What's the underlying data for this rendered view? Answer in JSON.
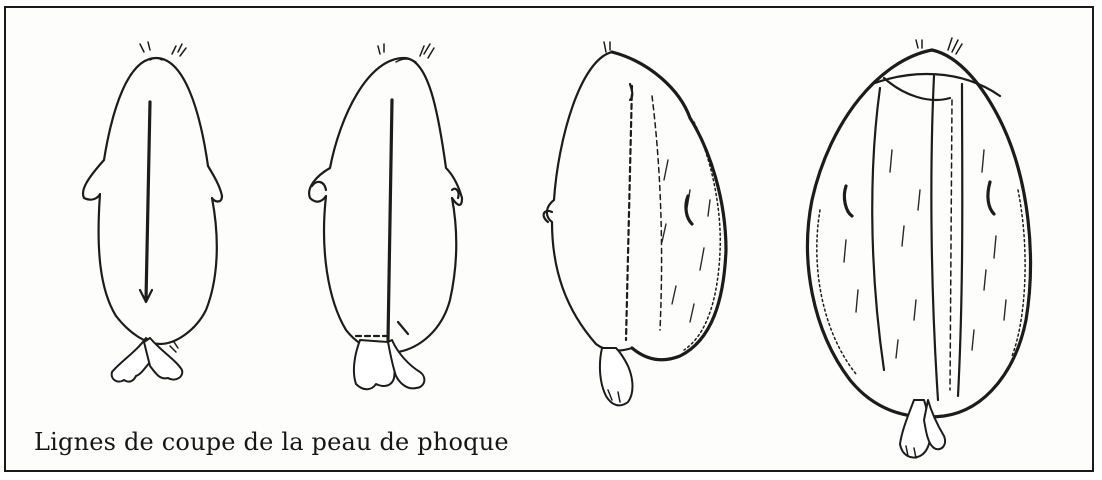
{
  "caption": "Lignes de coupe de la peau de phoque",
  "figures": [
    {
      "name": "seal-stage-1"
    },
    {
      "name": "seal-stage-2"
    },
    {
      "name": "seal-stage-3"
    },
    {
      "name": "seal-stage-4"
    }
  ]
}
